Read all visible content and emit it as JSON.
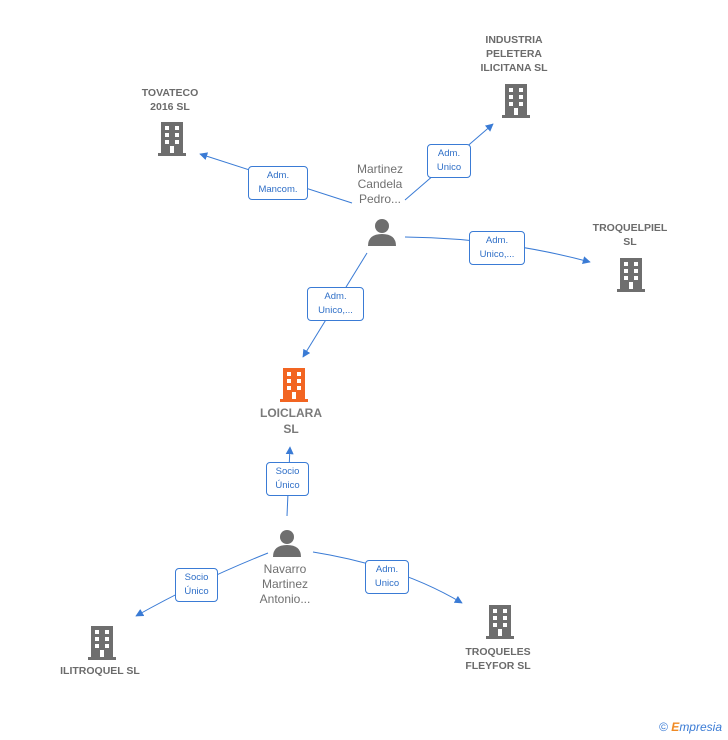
{
  "colors": {
    "edge": "#3a7bd5",
    "company": "#6e6e6e",
    "main_company": "#f26522",
    "person": "#6e6e6e"
  },
  "nodes": {
    "tovateco": "TOVATECO\n2016  SL",
    "industria": "INDUSTRIA\nPELETERA\nILICITANA  SL",
    "troquelpiel": "TROQUELPIEL\nSL",
    "loiclara": "LOICLARA\nSL",
    "ilitroquel": "ILITROQUEL SL",
    "troqueles": "TROQUELES\nFLEYFOR  SL",
    "person_martinez": "Martinez\nCandela\nPedro...",
    "person_navarro": "Navarro\nMartinez\nAntonio..."
  },
  "edges": {
    "mancom": "Adm.\nMancom.",
    "unico_industria": "Adm.\nUnico",
    "unico_troquelpiel": "Adm.\nUnico,...",
    "unico_loiclara": "Adm.\nUnico,...",
    "socio_loiclara": "Socio\nÚnico",
    "socio_ilitroquel": "Socio\nÚnico",
    "unico_troqueles": "Adm.\nUnico"
  },
  "footer": {
    "copyright": "©",
    "brand_e": "E",
    "brand_rest": "mpresia"
  }
}
